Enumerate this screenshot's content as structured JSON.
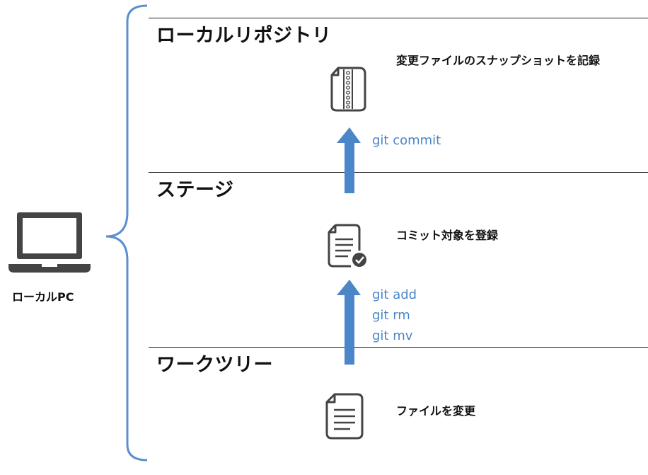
{
  "pc": {
    "label": "ローカルPC"
  },
  "sections": {
    "repository": {
      "title": "ローカルリポジトリ",
      "description": "変更ファイルのスナップショットを記録"
    },
    "stage": {
      "title": "ステージ",
      "description": "コミット対象を登録"
    },
    "worktree": {
      "title": "ワークツリー",
      "description": "ファイルを変更"
    }
  },
  "commands": {
    "commit": [
      "git commit"
    ],
    "add": [
      "git add",
      "git rm",
      "git mv"
    ]
  },
  "colors": {
    "accent": "#4a86c8",
    "brace": "#5b8fd0",
    "icon": "#444444",
    "arrow": "#4a86c8"
  }
}
